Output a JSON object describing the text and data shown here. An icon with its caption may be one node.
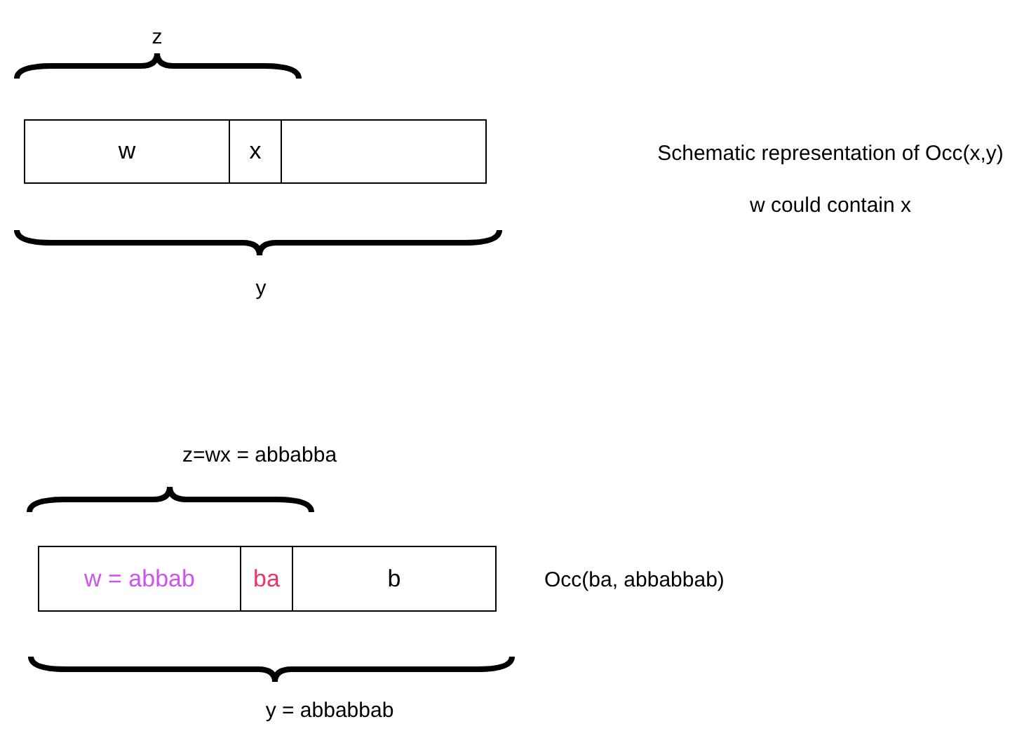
{
  "diagram": {
    "nodes": [
      {
        "text": [
          "w"
        ]
      },
      {
        "text": [
          "x"
        ]
      },
      {
        "text": [],
        "shape": "box"
      },
      {
        "text": [
          "w = abbab"
        ]
      },
      {
        "text": [
          "ba"
        ]
      },
      {
        "text": [
          "b"
        ]
      }
    ],
    "edges": [],
    "labels": [
      "z",
      "Schematic representation of Occ(x,y)",
      "w could contain x",
      "y",
      "z=wx = abbabba",
      "Occ(ba, abbabbab)",
      "y = abbabbab"
    ]
  }
}
